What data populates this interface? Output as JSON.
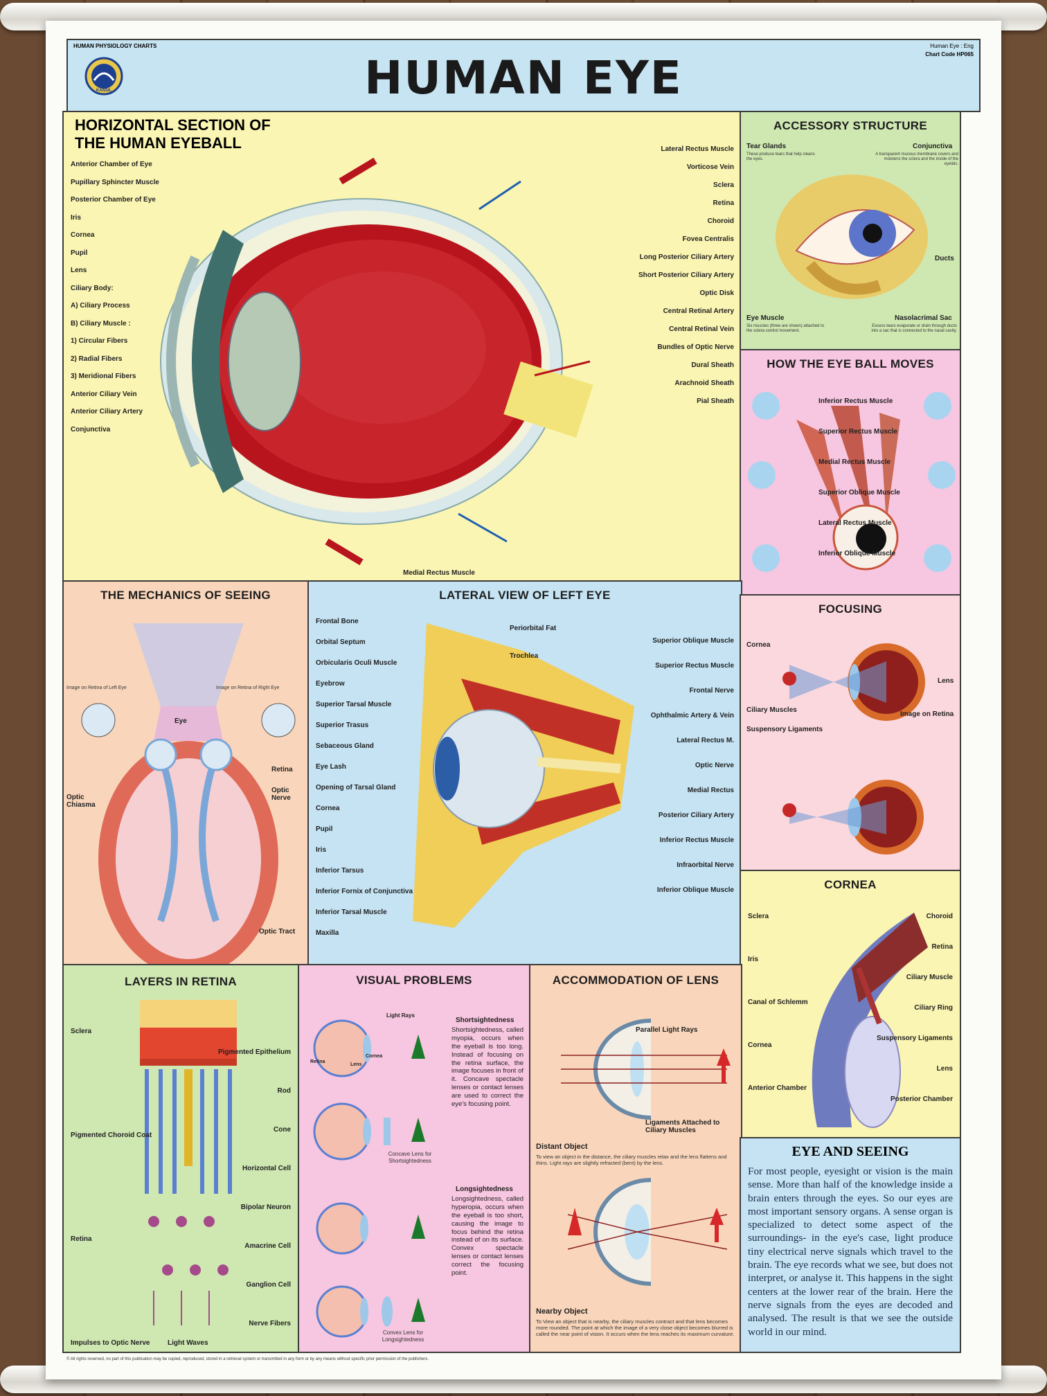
{
  "header": {
    "series": "HUMAN PHYSIOLOGY CHARTS",
    "title": "HUMAN EYE",
    "language": "Human Eye : Eng",
    "chart_code": "Chart Code HP065",
    "logo_text": "KANSIL"
  },
  "colors": {
    "yellow": "#fbf5b3",
    "blue": "#c5e3f3",
    "green": "#cfe8b2",
    "pink": "#f7c6e0",
    "peach": "#f9d6bb",
    "light_pink": "#fbd8de",
    "eye_red": "#b8141d"
  },
  "horizontal": {
    "title": "HORIZONTAL SECTION OF\nTHE HUMAN EYEBALL",
    "left": [
      "Anterior Chamber of Eye",
      "Pupillary Sphincter Muscle",
      "Posterior Chamber of Eye",
      "Iris",
      "Cornea",
      "Pupil",
      "Lens",
      "Ciliary Body:",
      "A) Ciliary Process",
      "B) Ciliary Muscle :",
      "1) Circular Fibers",
      "2) Radial Fibers",
      "3) Meridional Fibers",
      "Anterior Ciliary Vein",
      "Anterior Ciliary Artery",
      "Conjunctiva"
    ],
    "right": [
      "Lateral Rectus Muscle",
      "Vorticose Vein",
      "Sclera",
      "Retina",
      "Choroid",
      "Fovea Centralis",
      "Long Posterior Ciliary Artery",
      "Short Posterior Ciliary Artery",
      "Optic Disk",
      "Central Retinal Artery",
      "Central Retinal Vein",
      "Bundles of Optic Nerve",
      "Dural Sheath",
      "Arachnoid Sheath",
      "Pial Sheath"
    ],
    "bottom": "Medial Rectus Muscle"
  },
  "accessory": {
    "title": "ACCESSORY STRUCTURE",
    "tear": "Tear Glands",
    "tear_desc": "These produce tears that help cleans the eyes.",
    "conj": "Conjunctiva",
    "conj_desc": "A transparent mucous membrane covers and moistens the sclera and the inside of the eyelids.",
    "ducts": "Ducts",
    "muscle": "Eye Muscle",
    "muscle_desc": "Six muscles (three are shown) attached to the sclera control movement.",
    "sac": "Nasolacrimal Sac",
    "sac_desc": "Excess tears evaporate or drain through ducts into a sac that is connected to the nasal cavity."
  },
  "moves": {
    "title": "HOW THE EYE BALL MOVES",
    "labels": [
      "Inferior Rectus Muscle",
      "Superior Rectus Muscle",
      "Medial Rectus Muscle",
      "Superior Oblique Muscle",
      "Lateral Rectus Muscle",
      "Inferior Oblique Muscle"
    ]
  },
  "mechanics": {
    "title": "THE MECHANICS OF SEEING",
    "left_img": "Image on Retina of Left Eye",
    "right_img": "Image on Retina of Right Eye",
    "eye": "Eye",
    "retina": "Retina",
    "optic_nerve": "Optic Nerve",
    "chiasma": "Optic Chiasma",
    "tract": "Optic Tract"
  },
  "lateral": {
    "title": "LATERAL VIEW OF LEFT EYE",
    "left": [
      "Frontal Bone",
      "Orbital Septum",
      "Orbicularis Oculi Muscle",
      "Eyebrow",
      "Superior Tarsal Muscle",
      "Superior Trasus",
      "Sebaceous Gland",
      "Eye Lash",
      "Opening of Tarsal Gland",
      "Cornea",
      "Pupil",
      "Iris",
      "Inferior Tarsus",
      "Inferior Fornix of Conjunctiva",
      "Inferior Tarsal Muscle",
      "Maxilla"
    ],
    "top": [
      "Periorbital Fat",
      "Trochlea"
    ],
    "right": [
      "Superior Oblique Muscle",
      "Superior Rectus Muscle",
      "Frontal Nerve",
      "Ophthalmic Artery & Vein",
      "Lateral Rectus M.",
      "Optic Nerve",
      "Medial Rectus",
      "Posterior Ciliary Artery",
      "Inferior Rectus Muscle",
      "Infraorbital Nerve",
      "Inferior Oblique Muscle"
    ]
  },
  "focusing": {
    "title": "FOCUSING",
    "cornea": "Cornea",
    "lens": "Lens",
    "ciliary": "Ciliary Muscles",
    "image": "Image on Retina",
    "ligaments": "Suspensory Ligaments"
  },
  "cornea": {
    "title": "CORNEA",
    "left": [
      "Sclera",
      "Iris",
      "Canal of Schlemm",
      "Cornea",
      "Anterior Chamber"
    ],
    "right": [
      "Choroid",
      "Retina",
      "Ciliary Muscle",
      "Ciliary Ring",
      "Suspensory Ligaments",
      "Lens",
      "Posterior Chamber"
    ]
  },
  "retina": {
    "title": "LAYERS IN RETINA",
    "left": [
      "Sclera",
      "Pigmented Choroid Coat",
      "Retina",
      "Impulses to Optic Nerve"
    ],
    "right": [
      "Pigmented Epithelium",
      "Rod",
      "Cone",
      "Horizontal Cell",
      "Bipolar Neuron",
      "Amacrine Cell",
      "Ganglion Cell",
      "Nerve Fibers"
    ],
    "light": "Light Waves"
  },
  "visual": {
    "title": "VISUAL PROBLEMS",
    "light_rays": "Light Rays",
    "retina": "Retina",
    "lens": "Lens",
    "cornea": "Cornea",
    "short_title": "Shortsightedness",
    "short_text": "Shortsightedness, called myopia, occurs when the eyeball is too long. Instead of focusing on the retina surface, the image focuses in front of it. Concave spectacle lenses or contact lenses are used to correct the eye's focusing point.",
    "concave": "Concave Lens for Shortsightedness",
    "long_title": "Longsightedness",
    "long_text": "Longsightedness, called hyperopia, occurs when the eyeball is too short, causing the image to focus behind the retina instead of on its surface. Convex spectacle lenses or contact lenses correct the focusing point.",
    "convex": "Convex Lens for Longsightedness"
  },
  "accommodation": {
    "title": "ACCOMMODATION OF LENS",
    "parallel": "Parallel Light Rays",
    "ligaments": "Ligaments Attached to Ciliary Muscles",
    "distant_title": "Distant Object",
    "distant_text": "To view an object in the distance, the ciliary muscles relax and the lens flattens and thins. Light rays are slightly refracted (bent) by the lens.",
    "nearby_title": "Nearby Object",
    "nearby_text": "To View an object that is nearby, the ciliary muscles contract and that lens becomes more rounded. The point at which the image of a very close object becomes blurred is called the near point of vision. It occurs when the lens reaches its maximum curvature."
  },
  "seeing": {
    "title": "EYE AND SEEING",
    "text": "For most people, eyesight or vision is the main sense. More than half of the knowledge inside a brain enters through the eyes. So our eyes are most important sensory organs. A sense organ is specialized to detect some aspect of the surroundings- in the eye's case, light produce tiny electrical nerve signals which travel to the brain. The eye records what we see, but does not interpret, or analyse it. This happens in the sight centers at the lower rear of the brain. Here the nerve signals from the eyes are decoded and analysed. The result is that we see the outside world in our mind."
  },
  "footer": "© All rights reserved, no part of this publication may be copied, reproduced, stored in a retrieval system or transmitted in any form or by any means without specific prior permission of the publishers."
}
